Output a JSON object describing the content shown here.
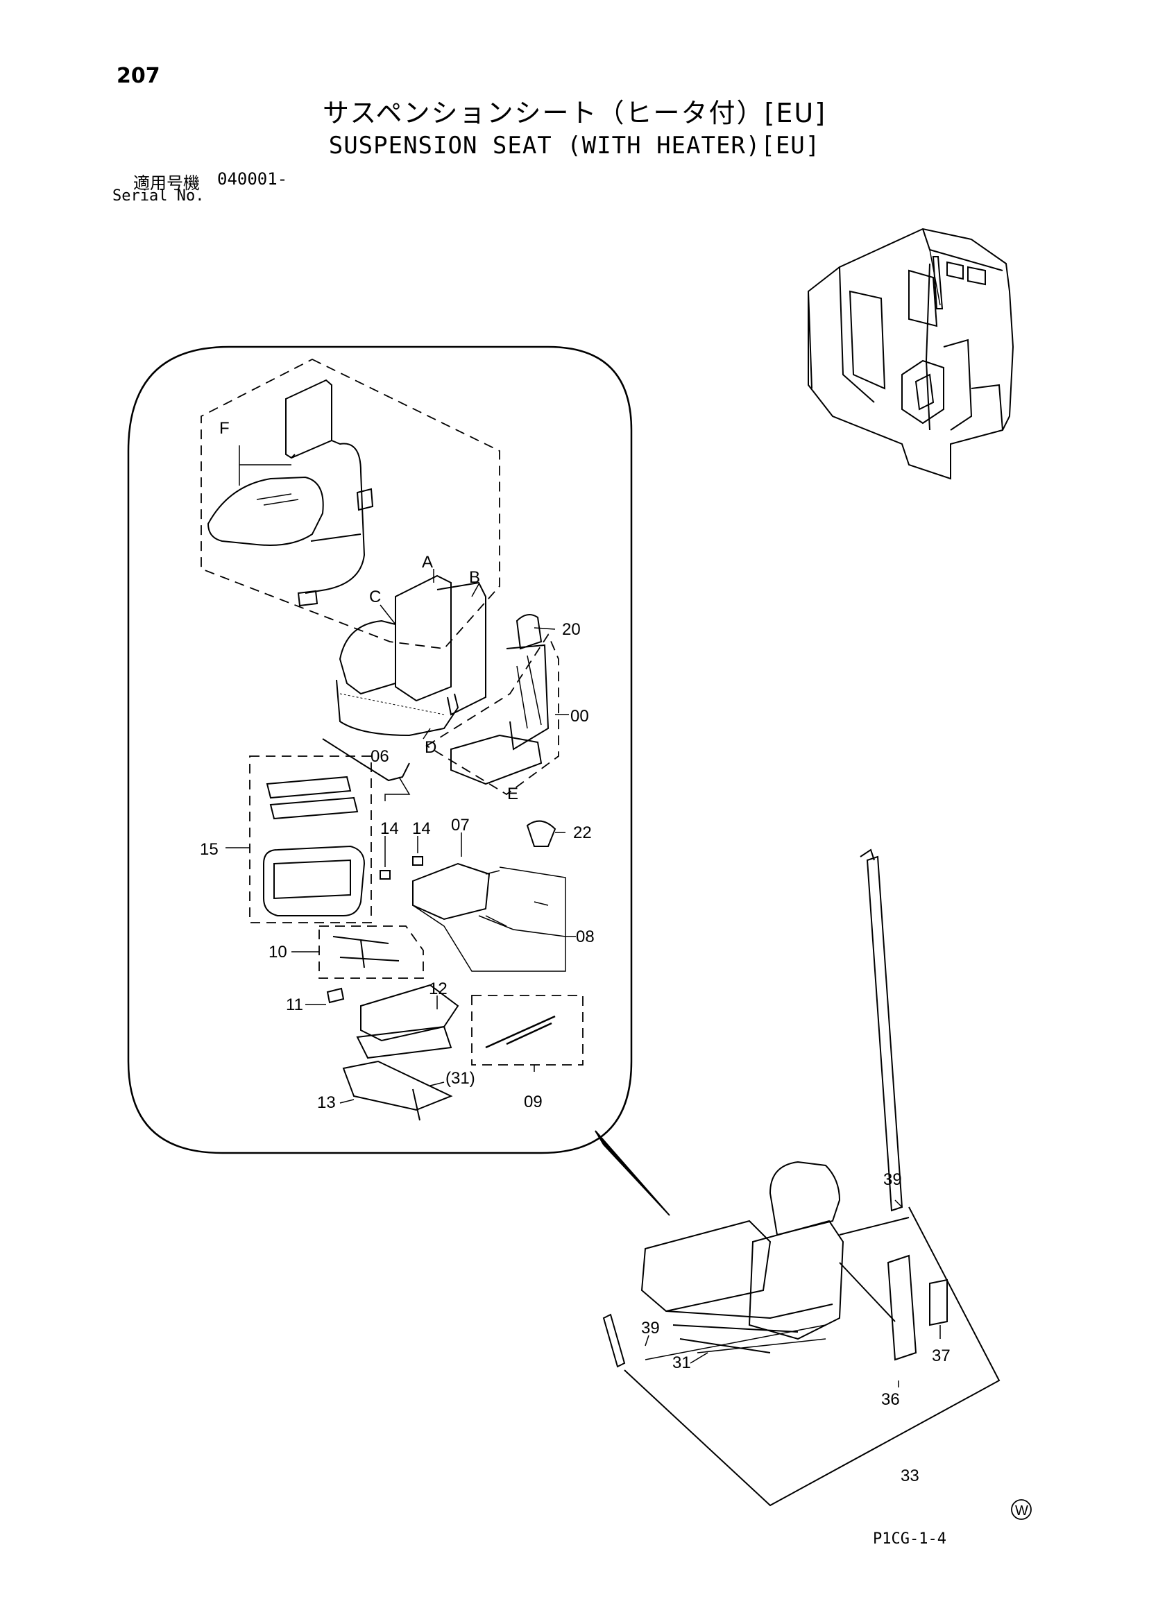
{
  "header": {
    "page_number": "207",
    "title_ja": "サスペンションシート（ヒータ付）[EU]",
    "title_en": "SUSPENSION SEAT (WITH HEATER)[EU]",
    "serial_label_ja": "適用号機",
    "serial_value": "040001-",
    "serial_label_en": "Serial No."
  },
  "callouts": {
    "F": "F",
    "A": "A",
    "B": "B",
    "C": "C",
    "D": "D",
    "E": "E",
    "p20": "20",
    "p00": "00",
    "p06": "06",
    "p15": "15",
    "p14a": "14",
    "p14b": "14",
    "p07": "07",
    "p22": "22",
    "p08": "08",
    "p10": "10",
    "p11": "11",
    "p12": "12",
    "p31b": "(31)",
    "p09": "09",
    "p13": "13",
    "p39a": "39",
    "p39b": "39",
    "p31": "31",
    "p36": "36",
    "p37": "37",
    "p33": "33"
  },
  "footer": {
    "symbol": "W",
    "figure_code": "P1CG-1-4"
  }
}
